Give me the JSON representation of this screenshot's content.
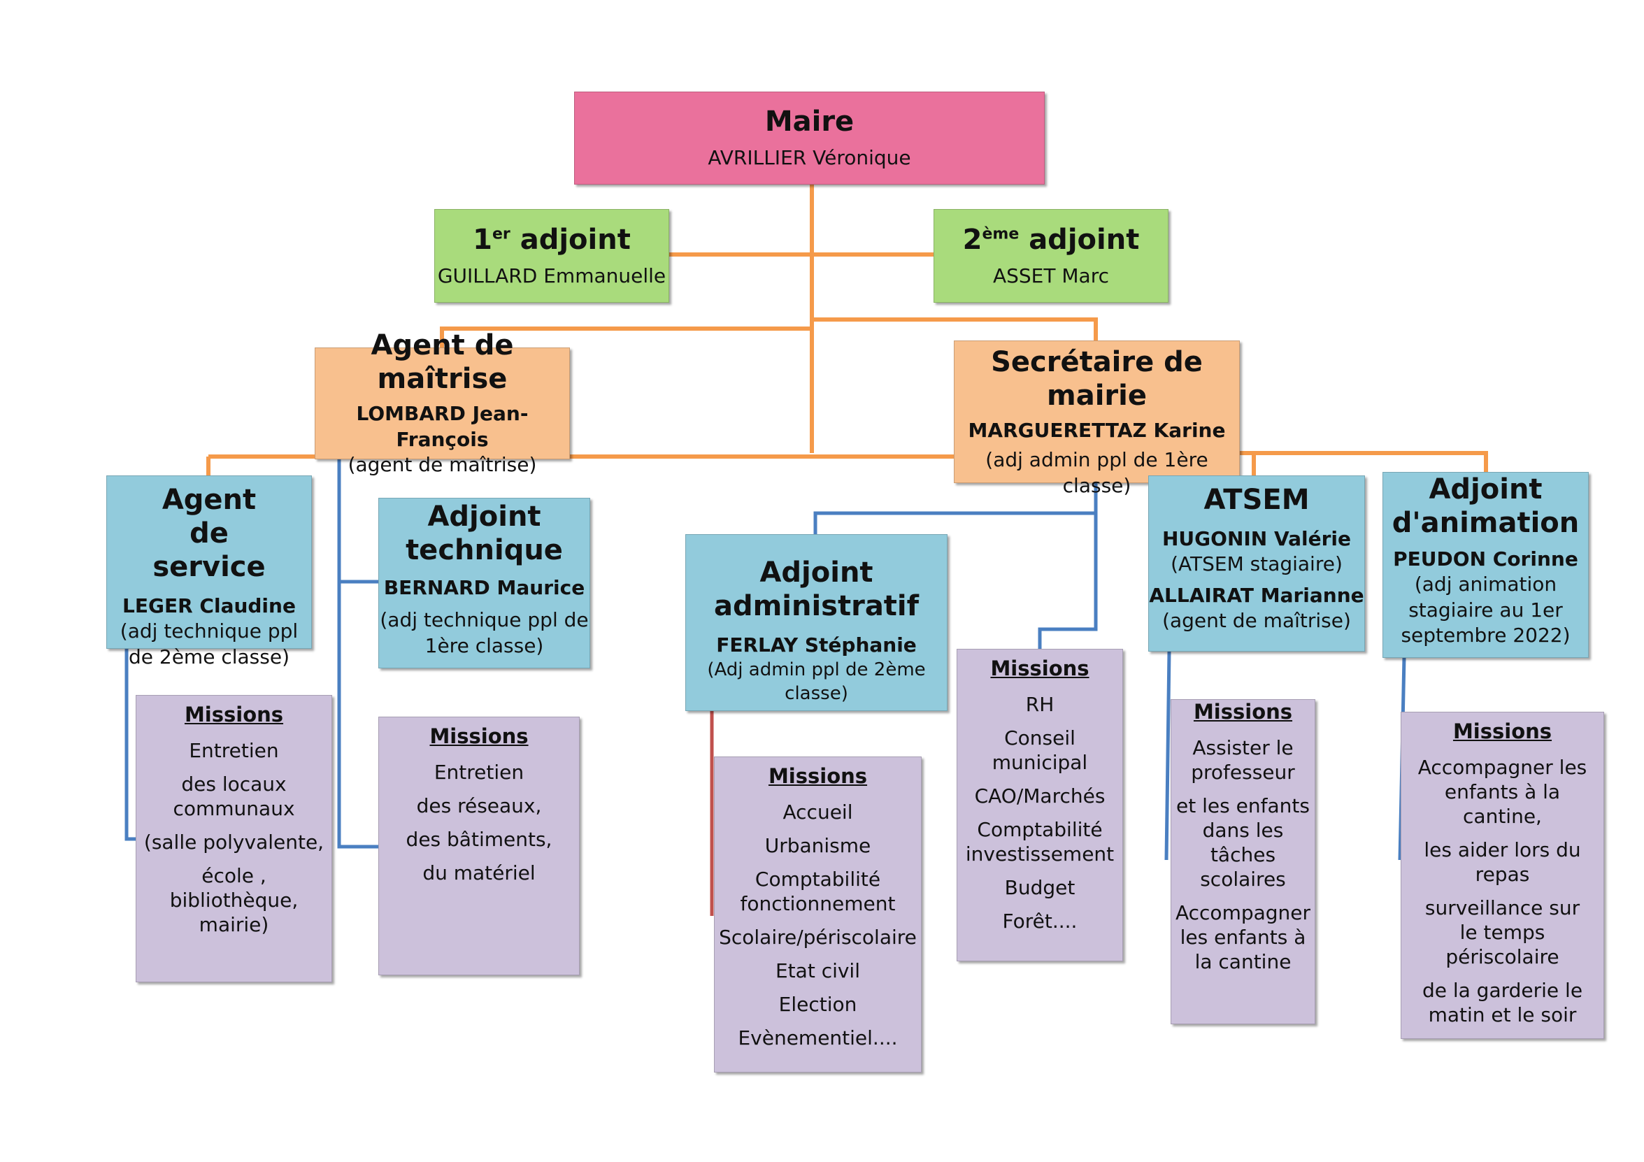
{
  "colors": {
    "maire": "#ea719c",
    "adjoint": "#a9db7c",
    "encadrement": "#f8c08e",
    "agent": "#92cbdc",
    "missions": "#ccc1db",
    "orange_line": "#f59a4a",
    "blue_line": "#4a7fc1",
    "red_line": "#c0504d"
  },
  "maire": {
    "title": "Maire",
    "name": "AVRILLIER Véronique"
  },
  "adjoint1": {
    "title_num": "1",
    "title_sup": "er",
    "title_rest": " adjoint",
    "name": "GUILLARD Emmanuelle"
  },
  "adjoint2": {
    "title_num": "2",
    "title_sup": "ème",
    "title_rest": " adjoint",
    "name": "ASSET Marc"
  },
  "agent_maitrise": {
    "title": "Agent de maîtrise",
    "name": "LOMBARD Jean-François",
    "grade": "(agent de maîtrise)"
  },
  "secretaire": {
    "title": "Secrétaire de mairie",
    "name": "MARGUERETTAZ Karine",
    "grade": "(adj admin ppl de 1ère classe)"
  },
  "agent_service": {
    "title": "Agent de service",
    "name": "LEGER Claudine",
    "grade": " (adj technique ppl de 2ème classe)",
    "missions_label": "Missions",
    "missions": [
      "Entretien",
      "des locaux communaux",
      "(salle polyvalente,",
      "école , bibliothèque, mairie)"
    ]
  },
  "adjoint_technique": {
    "title": "Adjoint technique",
    "name": "BERNARD Maurice",
    "grade": "(adj technique ppl de 1ère classe)",
    "missions_label": "Missions",
    "missions": [
      "Entretien",
      "des réseaux,",
      "des bâtiments,",
      "du matériel"
    ]
  },
  "adjoint_administratif": {
    "title": "Adjoint administratif",
    "name": "FERLAY Stéphanie",
    "grade": " (Adj admin ppl de 2ème classe)",
    "missions_label": "Missions",
    "missions": [
      "Accueil",
      "Urbanisme",
      "Comptabilité fonctionnement",
      "Scolaire/périscolaire",
      "Etat civil",
      "Election",
      "Evènementiel...."
    ]
  },
  "secretaire_missions": {
    "missions_label": "Missions",
    "missions": [
      "RH",
      "Conseil municipal",
      "CAO/Marchés",
      "Comptabilité investissement",
      "Budget",
      "Forêt...."
    ]
  },
  "atsem": {
    "title": "ATSEM",
    "name1": "HUGONIN Valérie",
    "grade1": "(ATSEM stagiaire)",
    "name2": "ALLAIRAT Marianne",
    "grade2": "(agent de maîtrise)",
    "missions_label": "Missions",
    "missions": [
      "Assister le professeur",
      "et les enfants dans les tâches scolaires",
      "Accompagner les enfants à la cantine"
    ]
  },
  "adjoint_animation": {
    "title": "Adjoint d'animation",
    "name": "PEUDON Corinne",
    "grade": "(adj animation stagiaire au 1er septembre 2022)",
    "missions_label": "Missions",
    "missions": [
      "Accompagner les enfants à la cantine,",
      "les aider lors du repas",
      "surveillance sur le temps périscolaire",
      "de la garderie le matin et le soir"
    ]
  }
}
